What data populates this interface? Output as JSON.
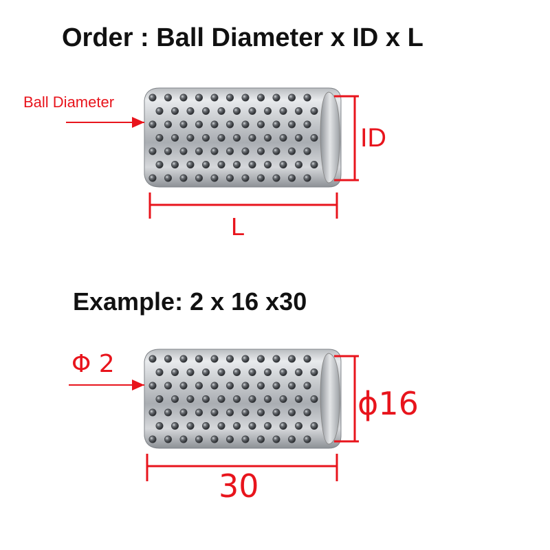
{
  "title": "Order : Ball Diameter x ID x L",
  "top_diagram": {
    "ball_label": "Ball Diameter",
    "id_label": "ID",
    "length_label": "L"
  },
  "example": {
    "heading": "Example:  2 x 16 x30",
    "ball_label": "Φ 2",
    "id_label": "ϕ16",
    "length_label": "30"
  },
  "colors": {
    "annotation": "#e8141c",
    "text": "#111111",
    "steel_dark": "#6f7378",
    "steel_light": "#e6e8ea"
  }
}
